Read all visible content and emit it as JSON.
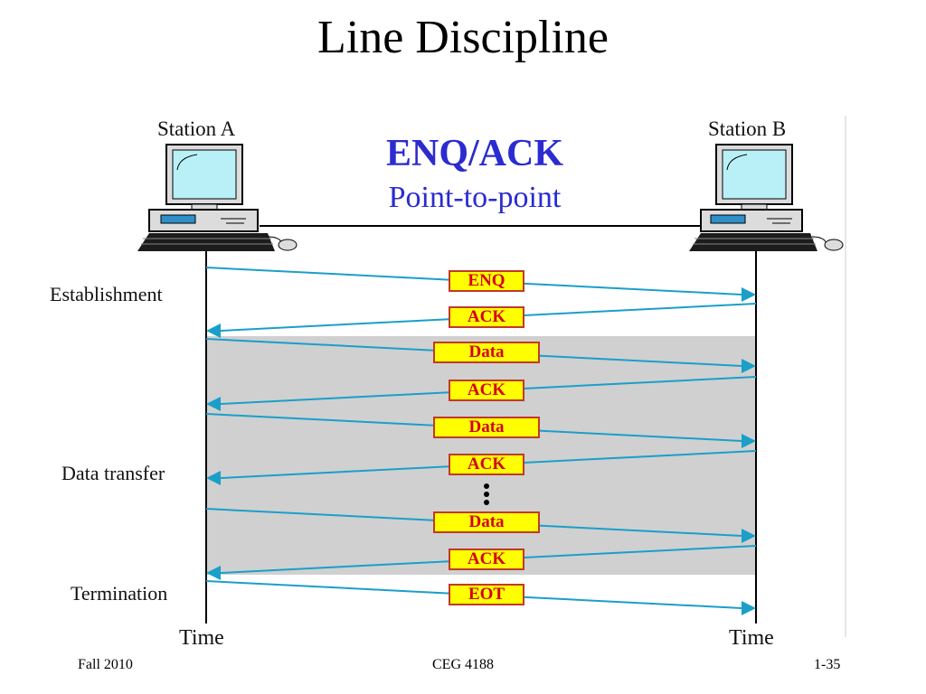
{
  "title": "Line Discipline",
  "protocol": {
    "name": "ENQ/ACK",
    "mode": "Point-to-point"
  },
  "stations": {
    "a": "Station A",
    "b": "Station B"
  },
  "phases": {
    "establishment": "Establishment",
    "transfer": "Data transfer",
    "termination": "Termination"
  },
  "axis": {
    "time_a": "Time",
    "time_b": "Time"
  },
  "messages": [
    {
      "label": "ENQ",
      "direction": "A-to-B"
    },
    {
      "label": "ACK",
      "direction": "B-to-A"
    },
    {
      "label": "Data",
      "direction": "A-to-B"
    },
    {
      "label": "ACK",
      "direction": "B-to-A"
    },
    {
      "label": "Data",
      "direction": "A-to-B"
    },
    {
      "label": "ACK",
      "direction": "B-to-A"
    },
    {
      "label": "Data",
      "direction": "A-to-B"
    },
    {
      "label": "ACK",
      "direction": "B-to-A"
    },
    {
      "label": "EOT",
      "direction": "A-to-B"
    }
  ],
  "colors": {
    "arrow": "#1a9fc9",
    "band": "#d0d0d0",
    "box_fill": "#ffff00",
    "box_text": "#d4001a",
    "heading": "#2b2bd0"
  },
  "footer": {
    "left": "Fall 2010",
    "center": "CEG 4188",
    "right": "1-35"
  }
}
